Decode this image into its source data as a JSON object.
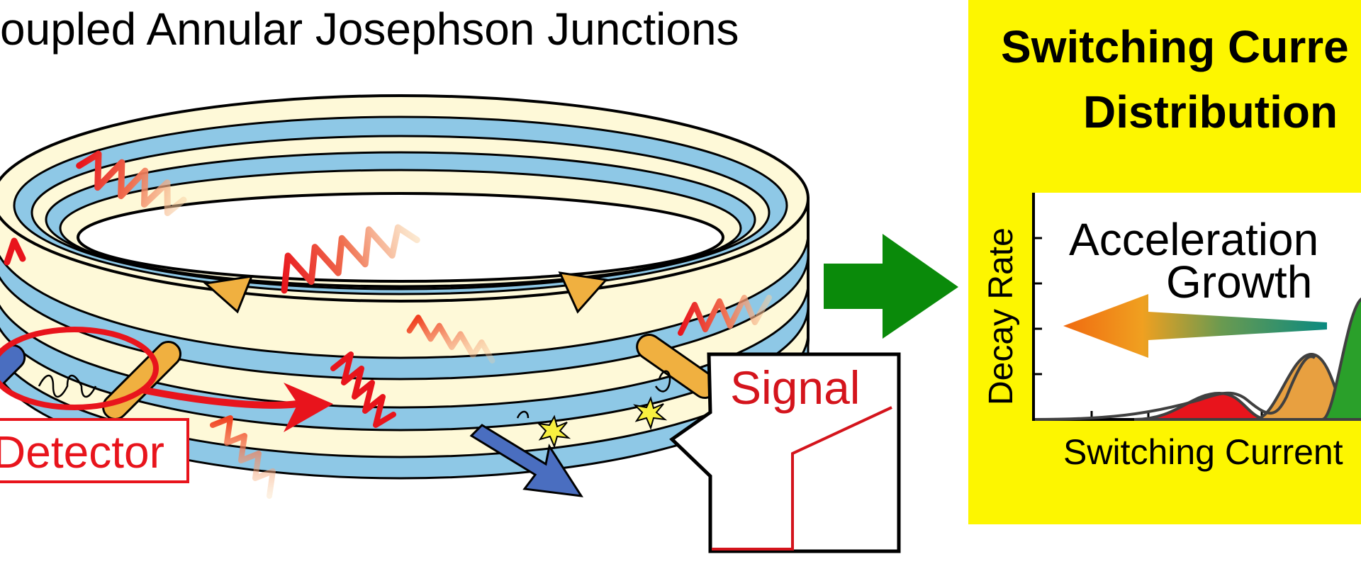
{
  "title": "oupled Annular Josephson Junctions",
  "detector_label": "Detector",
  "signal_label": "Signal",
  "panel": {
    "heading_line1": "Switching Curre",
    "heading_line2": "Distribution",
    "y_axis_label": "Decay Rate",
    "x_axis_label": "Switching Current",
    "annotation_line1": "Acceleration",
    "annotation_line2": "Growth"
  },
  "colors": {
    "panel_background": "#fdf600",
    "junction_blue": "#8ec8e6",
    "junction_cream": "#fef9d8",
    "photon_red": "#e8141c",
    "signal_red": "#d4141c",
    "flow_arrow_green": "#0a8a0a",
    "fluxon_orange": "#f0b040",
    "fluxon_blue": "#4a6ec0",
    "peak_red": "#e8141c",
    "peak_orange": "#e8a040",
    "peak_green": "#2aa02a"
  },
  "icons": [
    "flow-arrow-icon",
    "photon-icon",
    "fluxon-icon",
    "spark-icon",
    "spring-icon"
  ]
}
